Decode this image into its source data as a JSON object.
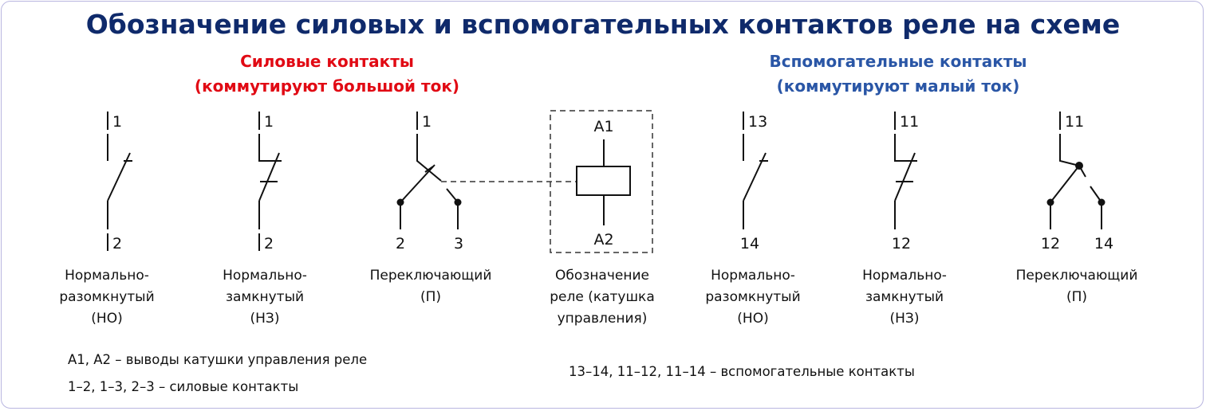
{
  "colors": {
    "title": "#0f2a6b",
    "power_heading": "#e10a14",
    "aux_heading": "#2a56a6",
    "border": "#b9b6e0"
  },
  "title": "Обозначение силовых и вспомогательных контактов реле на схеме",
  "power": {
    "heading": [
      "Силовые контакты",
      "(коммутируют большой ток)"
    ],
    "no": {
      "top": "1",
      "bottom": "2",
      "caption": [
        "Нормально-",
        "разомкнутый",
        "(НО)"
      ]
    },
    "nc": {
      "top": "1",
      "bottom": "2",
      "caption": [
        "Нормально-",
        "замкнутый",
        "(НЗ)"
      ]
    },
    "co": {
      "top": "1",
      "left": "2",
      "right": "3",
      "caption": [
        "Переключающий",
        "(П)"
      ]
    }
  },
  "coil": {
    "top": "A1",
    "bottom": "A2",
    "caption": [
      "Обозначение",
      "реле (катушка",
      "управления)"
    ]
  },
  "aux": {
    "heading": [
      "Вспомогательные контакты",
      "(коммутируют малый ток)"
    ],
    "no": {
      "top": "13",
      "bottom": "14",
      "caption": [
        "Нормально-",
        "разомкнутый",
        "(НО)"
      ]
    },
    "nc": {
      "top": "11",
      "bottom": "12",
      "caption": [
        "Нормально-",
        "замкнутый",
        "(НЗ)"
      ]
    },
    "co": {
      "top": "11",
      "left": "12",
      "right": "14",
      "caption": [
        "Переключающий",
        "(П)"
      ]
    }
  },
  "notes": {
    "left": [
      "A1, A2 – выводы катушки управления реле",
      "1–2, 1–3, 2–3 – силовые контакты"
    ],
    "right": "13–14, 11–12, 11–14 – вспомогательные контакты"
  }
}
